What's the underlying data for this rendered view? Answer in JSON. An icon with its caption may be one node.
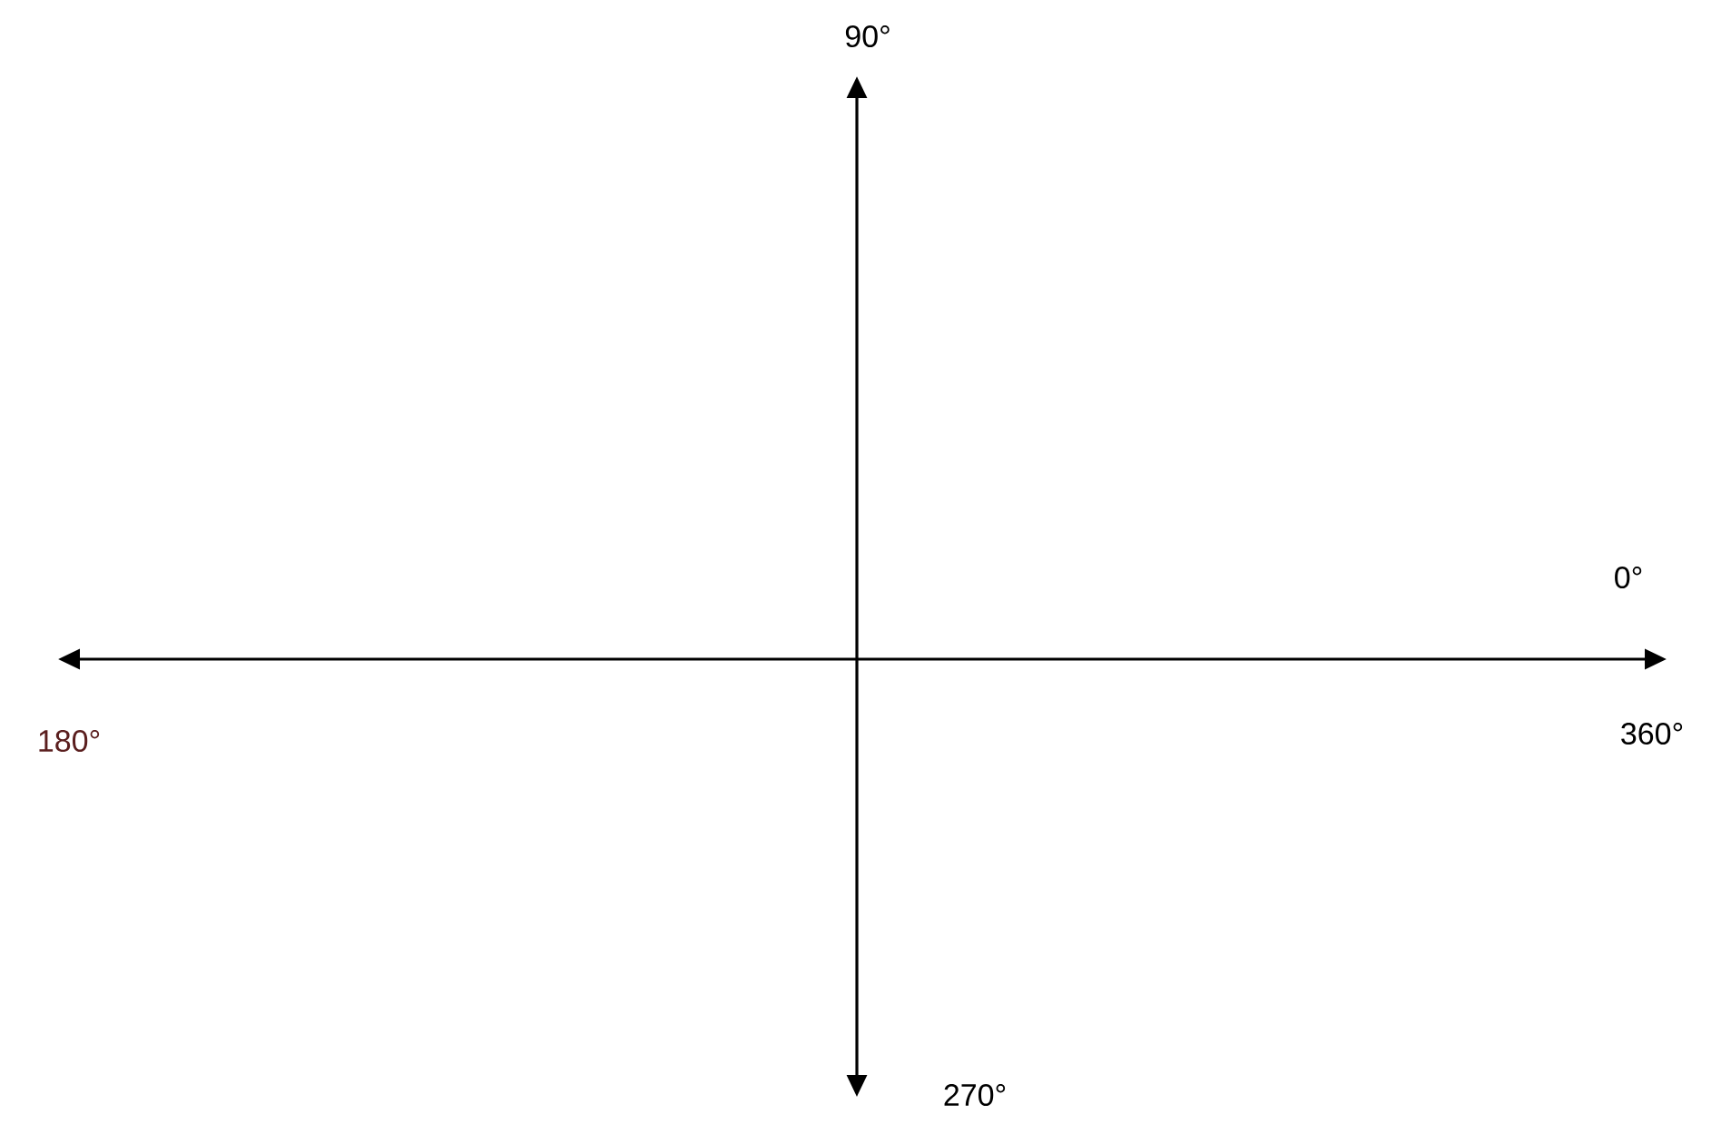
{
  "diagram": {
    "labels": [
      "90°",
      "0°",
      "180°",
      "360°",
      "270°"
    ]
  }
}
